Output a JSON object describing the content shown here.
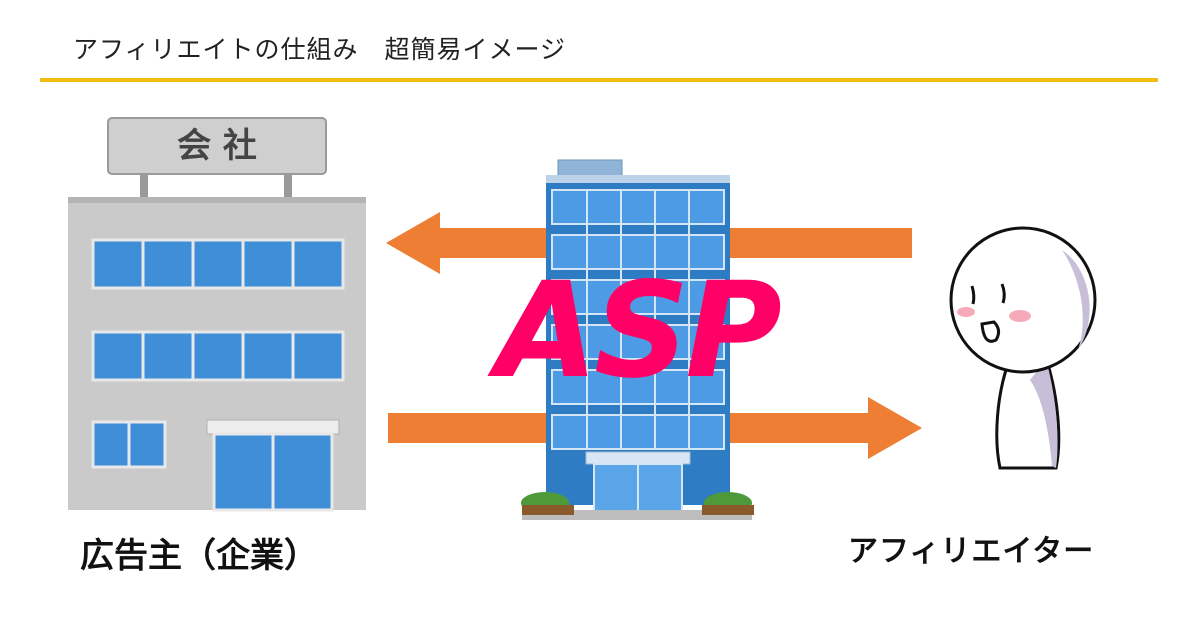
{
  "title": "アフィリエイトの仕組み　超簡易イメージ",
  "company_sign": "会 社",
  "asp_label": "ASP",
  "advertiser_label": "広告主（企業）",
  "affiliater_label": "アフィリエイター",
  "colors": {
    "rule": "#F2BC0F",
    "arrow": "#EE7E33",
    "asp_text": "#FF0066",
    "building_blue": "#3F8FD8",
    "building_gray": "#C9C9C9"
  }
}
